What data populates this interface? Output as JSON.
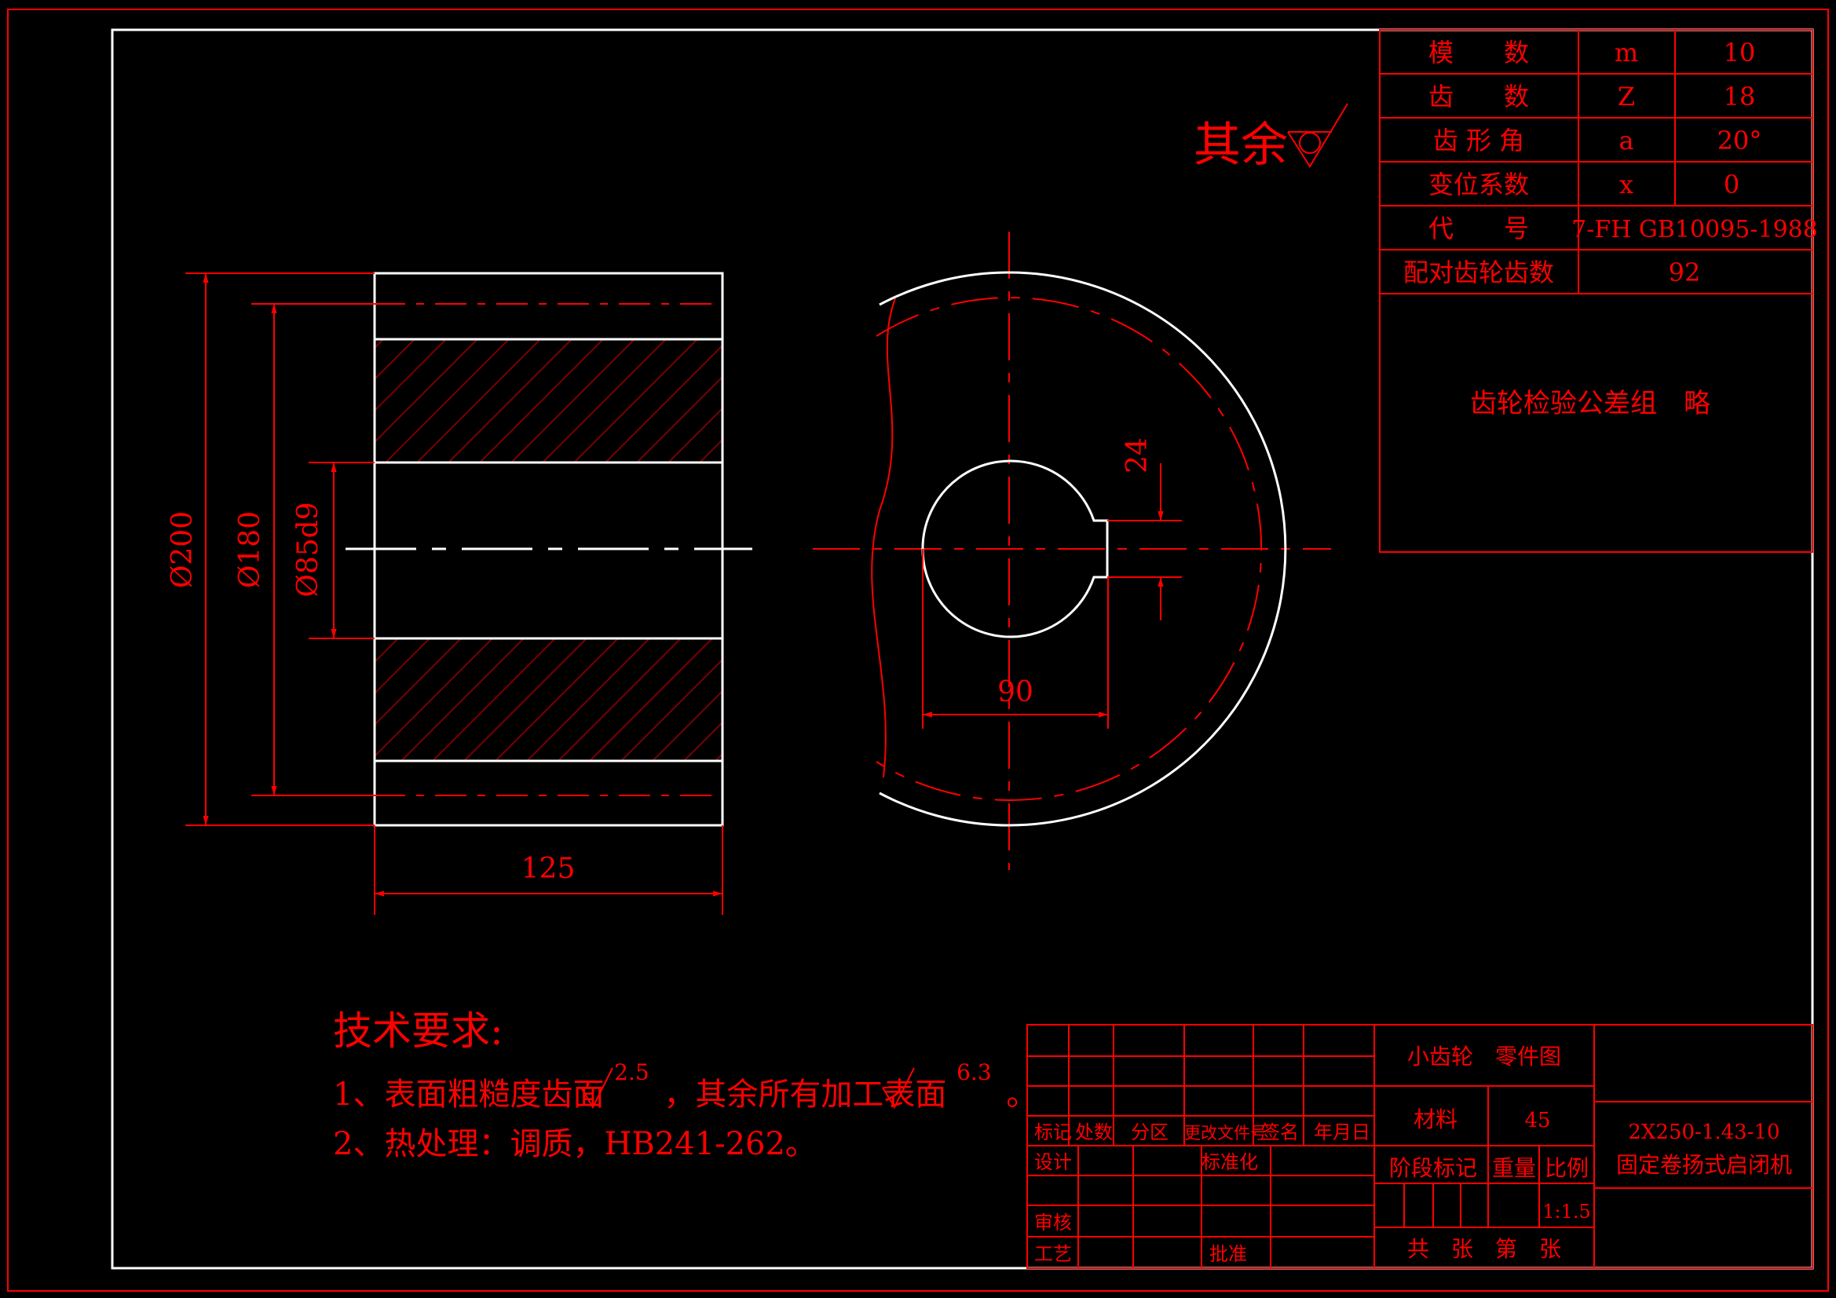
{
  "colors": {
    "background": "#000000",
    "outline": "#ffffff",
    "annotation": "#ff0000",
    "hatch": "#7a0000"
  },
  "parameters": [
    {
      "name": "模　　数",
      "symbol": "m",
      "value": "10"
    },
    {
      "name": "齿　　数",
      "symbol": "Z",
      "value": "18"
    },
    {
      "name": "齿 形 角",
      "symbol": "a",
      "value": "20°"
    },
    {
      "name": "变位系数",
      "symbol": "x",
      "value": "0"
    },
    {
      "name": "代　　号",
      "symbol": "",
      "value": "7-FH GB10095-1988"
    },
    {
      "name": "配对齿轮齿数",
      "symbol": "",
      "value": "92"
    }
  ],
  "inspection_note": "齿轮检验公差组　略",
  "roughness_other": "其余",
  "dimensions": {
    "width": "125",
    "outer_dia": "Ø200",
    "pitch_dia": "Ø180",
    "bore": "Ø85d9",
    "key_width": "24",
    "hub_size": "90"
  },
  "tech_requirements": {
    "title": "技术要求:",
    "item1_a": "1、表面粗糙度齿面",
    "item1_ra1": "2.5",
    "item1_b": "，其余所有加工表面",
    "item1_ra2": "6.3",
    "item1_c": "。",
    "item2": "2、热处理：调质，HB241-262。"
  },
  "title_block": {
    "part_name": "小齿轮　零件图",
    "material_label": "材料",
    "material_value": "45",
    "stage_label": "阶段标记",
    "weight_label": "重量",
    "scale_label": "比例",
    "scale_value": "1:1.5",
    "sheet_text": "共　张　第　张",
    "drawing_no": "2X250-1.43-10",
    "machine_name": "固定卷扬式启闭机",
    "col_mark": "标记",
    "col_count": "处数",
    "col_zone": "分区",
    "col_change": "更改文件号",
    "col_sign": "签名",
    "col_date": "年月日",
    "row_design": "设计",
    "row_standard": "标准化",
    "row_review": "审核",
    "row_process": "工艺",
    "row_approve": "批准"
  }
}
